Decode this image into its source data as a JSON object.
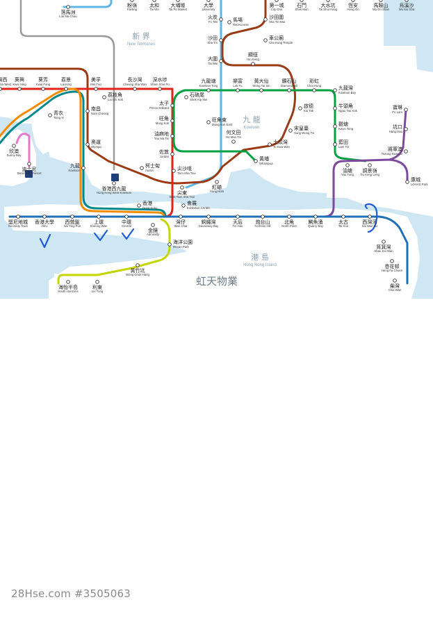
{
  "map": {
    "colors": {
      "water": "#cfe6f3",
      "land": "#ffffff",
      "island_line": "#1f6fb5",
      "tsuen_wan_line": "#e2231a",
      "kwun_tong_line": "#00a040",
      "east_rail_line": "#5eb6e4",
      "tseung_kwan_o_line": "#7d499d",
      "south_island_line": "#c4d600",
      "tung_chung_line": "#f38b00",
      "tuen_ma_line": "#9a3b16",
      "disneyland_line": "#e777cb",
      "airport_express": "#00888a",
      "gray_line": "#999999",
      "hand_marks": "#1e5bd6"
    },
    "areas": [
      {
        "zh": "新 界",
        "en": "New Territories"
      },
      {
        "zh": "九 龍",
        "en": "Kowloon"
      },
      {
        "zh": "港 島",
        "en": "Hong Kong Island"
      }
    ],
    "watermark": "虹天物業",
    "stations": [
      {
        "zh": "粉嶺",
        "en": "Fanling"
      },
      {
        "zh": "太和",
        "en": "Tai Wo"
      },
      {
        "zh": "大埔墟",
        "en": "Tai Po Market"
      },
      {
        "zh": "大學",
        "en": "University"
      },
      {
        "zh": "第一城",
        "en": "City One"
      },
      {
        "zh": "石門",
        "en": "Shek Mun"
      },
      {
        "zh": "大水坑",
        "en": "Tai Shui Hang"
      },
      {
        "zh": "恆安",
        "en": "Heng On"
      },
      {
        "zh": "馬鞍山",
        "en": "Ma On Shan"
      },
      {
        "zh": "烏溪沙",
        "en": "Wu Kai Sha"
      },
      {
        "zh": "落馬洲",
        "en": "Lok Ma Chau"
      },
      {
        "zh": "火炭",
        "en": "Fo Tan"
      },
      {
        "zh": "馬場",
        "en": "Racecourse"
      },
      {
        "zh": "沙田圍",
        "en": "Sha Tin Wai"
      },
      {
        "zh": "沙田",
        "en": "Sha Tin"
      },
      {
        "zh": "車公廟",
        "en": "Che Kung Temple"
      },
      {
        "zh": "大圍",
        "en": "Tai Wai"
      },
      {
        "zh": "顯徑",
        "en": "Hin Keng"
      },
      {
        "zh": "荃灣西",
        "en": "Tsuen Wan West"
      },
      {
        "zh": "葵興",
        "en": "Kwai Hing"
      },
      {
        "zh": "葵芳",
        "en": "Kwai Fong"
      },
      {
        "zh": "荔景",
        "en": "Lai King"
      },
      {
        "zh": "美孚",
        "en": "Mei Foo"
      },
      {
        "zh": "長沙灣",
        "en": "Cheung Sha Wan"
      },
      {
        "zh": "深水埗",
        "en": "Sham Shui Po"
      },
      {
        "zh": "九龍塘",
        "en": "Kowloon Tong"
      },
      {
        "zh": "樂富",
        "en": "Lok Fu"
      },
      {
        "zh": "黃大仙",
        "en": "Wong Tai Sin"
      },
      {
        "zh": "鑽石山",
        "en": "Diamond Hill"
      },
      {
        "zh": "彩虹",
        "en": "Choi Hung"
      },
      {
        "zh": "九龍灣",
        "en": "Kowloon Bay"
      },
      {
        "zh": "荔枝角",
        "en": "Lai Chi Kok"
      },
      {
        "zh": "石硤尾",
        "en": "Shek Kip Mei"
      },
      {
        "zh": "南昌",
        "en": "Nam Cheong"
      },
      {
        "zh": "太子",
        "en": "Prince Edward"
      },
      {
        "zh": "旺角",
        "en": "Mong Kok"
      },
      {
        "zh": "旺角東",
        "en": "Mong Kok East"
      },
      {
        "zh": "啟德",
        "en": "Kai Tak"
      },
      {
        "zh": "牛頭角",
        "en": "Ngau Tau Kok"
      },
      {
        "zh": "寶琳",
        "en": "Po Lam"
      },
      {
        "zh": "青衣",
        "en": "Tsing Yi"
      },
      {
        "zh": "奧運",
        "en": "Olympic"
      },
      {
        "zh": "油麻地",
        "en": "Yau Ma Tei"
      },
      {
        "zh": "宋皇臺",
        "en": "Sung Wong Toi"
      },
      {
        "zh": "觀塘",
        "en": "Kwun Tong"
      },
      {
        "zh": "坑口",
        "en": "Hang Hau"
      },
      {
        "zh": "欣澳",
        "en": "Sunny Bay"
      },
      {
        "zh": "何文田",
        "en": "Ho Man Tin"
      },
      {
        "zh": "土瓜灣",
        "en": "To Kwa Wan"
      },
      {
        "zh": "藍田",
        "en": "Lam Tin"
      },
      {
        "zh": "將軍澳",
        "en": "Tseung Kwan O"
      },
      {
        "zh": "佐敦",
        "en": "Jordan"
      },
      {
        "zh": "迪士尼",
        "en": "Disneyland Resort"
      },
      {
        "zh": "九龍",
        "en": "Kowloon"
      },
      {
        "zh": "柯士甸",
        "en": "Austin"
      },
      {
        "zh": "尖沙咀",
        "en": "Tsim Sha Tsui"
      },
      {
        "zh": "黃埔",
        "en": "Whampoa"
      },
      {
        "zh": "油塘",
        "en": "Yau Tong"
      },
      {
        "zh": "調景嶺",
        "en": "Tiu Keng Leng"
      },
      {
        "zh": "康城",
        "en": "LOHAS Park"
      },
      {
        "zh": "香港西九龍",
        "en": "Hong Kong West Kowloon"
      },
      {
        "zh": "紅磡",
        "en": "Hung Hom"
      },
      {
        "zh": "尖東",
        "en": "East Tsim Sha Tsui"
      },
      {
        "zh": "會展",
        "en": "Exhibition Centre"
      },
      {
        "zh": "香港",
        "en": "Hong Kong"
      },
      {
        "zh": "堅尼地城",
        "en": "Kennedy Town"
      },
      {
        "zh": "香港大學",
        "en": "HKU"
      },
      {
        "zh": "西營盤",
        "en": "Sai Ying Pun"
      },
      {
        "zh": "上環",
        "en": "Sheung Wan"
      },
      {
        "zh": "中環",
        "en": "Central"
      },
      {
        "zh": "金鐘",
        "en": "Admiralty"
      },
      {
        "zh": "灣仔",
        "en": "Wan Chai"
      },
      {
        "zh": "銅鑼灣",
        "en": "Causeway Bay"
      },
      {
        "zh": "天后",
        "en": "Tin Hau"
      },
      {
        "zh": "炮台山",
        "en": "Fortress Hill"
      },
      {
        "zh": "北角",
        "en": "North Point"
      },
      {
        "zh": "鰂魚涌",
        "en": "Quarry Bay"
      },
      {
        "zh": "太古",
        "en": "Tai Koo"
      },
      {
        "zh": "西灣河",
        "en": "Sai Wan Ho"
      },
      {
        "zh": "筲箕灣",
        "en": "Shau Kei Wan"
      },
      {
        "zh": "海洋公園",
        "en": "Ocean Park"
      },
      {
        "zh": "杏花邨",
        "en": "Heng Fa Chuen"
      },
      {
        "zh": "黃竹坑",
        "en": "Wong Chuk Hang"
      },
      {
        "zh": "海怡半島",
        "en": "South Horizons"
      },
      {
        "zh": "利東",
        "en": "Lei Tung"
      },
      {
        "zh": "柴灣",
        "en": "Chai Wan"
      }
    ]
  },
  "footer": {
    "text": "28Hse.com #3505063"
  }
}
